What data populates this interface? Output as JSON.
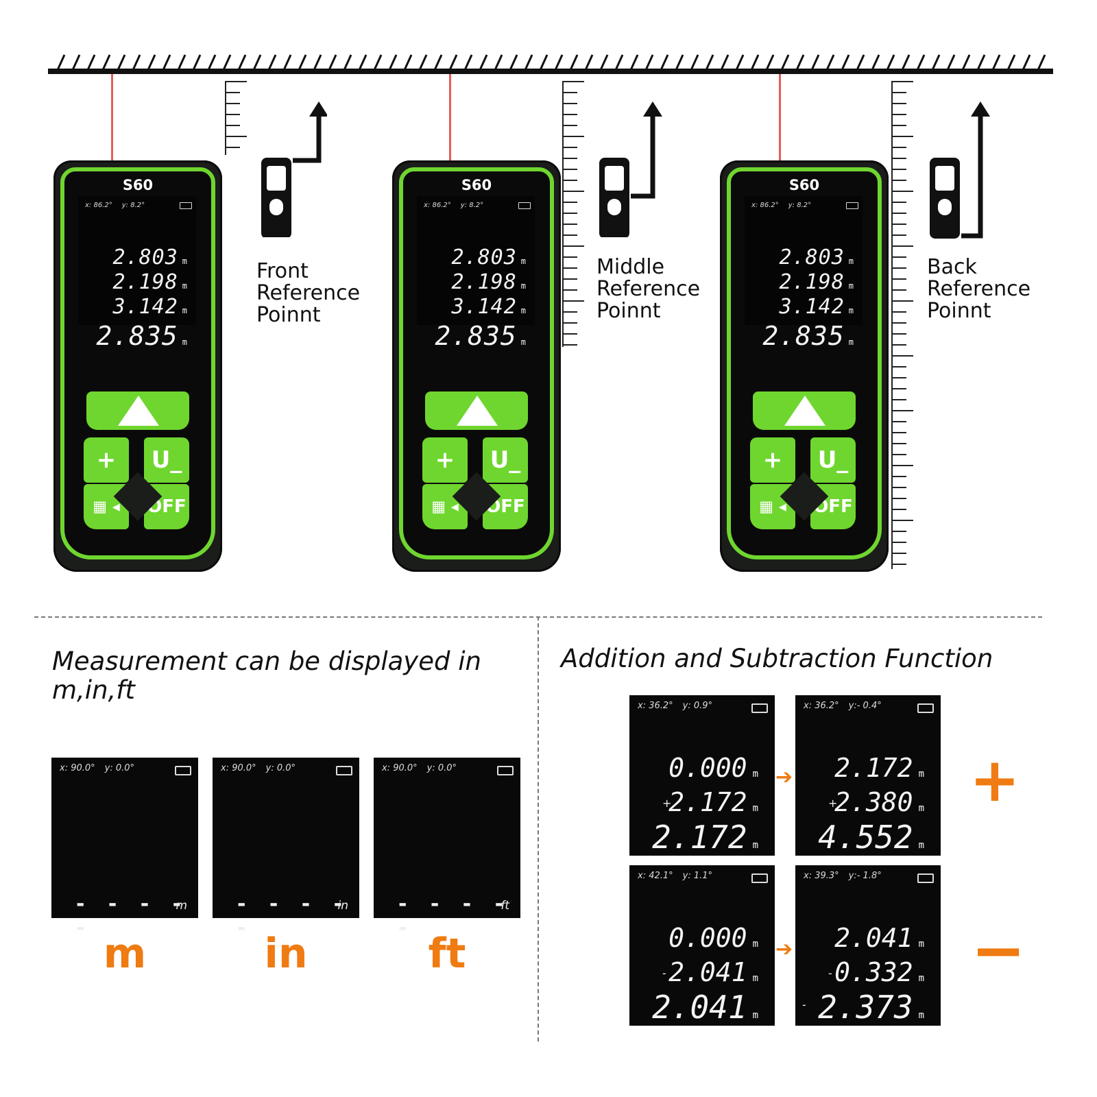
{
  "devices": [
    {
      "model": "S60",
      "hud_x": "x: 86.2°",
      "hud_y": "y: 8.2°",
      "readings": [
        {
          "v": "2.803",
          "u": "m"
        },
        {
          "v": "2.198",
          "u": "m"
        },
        {
          "v": "3.142",
          "u": "m"
        },
        {
          "v": "2.835",
          "u": "m"
        }
      ],
      "buttons": {
        "plus": "+",
        "unit": "U_",
        "off": "OFF"
      },
      "label": "Front\nReference\nPoinnt"
    },
    {
      "model": "S60",
      "hud_x": "x: 86.2°",
      "hud_y": "y: 8.2°",
      "readings": [
        {
          "v": "2.803",
          "u": "m"
        },
        {
          "v": "2.198",
          "u": "m"
        },
        {
          "v": "3.142",
          "u": "m"
        },
        {
          "v": "2.835",
          "u": "m"
        }
      ],
      "buttons": {
        "plus": "+",
        "unit": "U_",
        "off": "OFF"
      },
      "label": "Middle\nReference\nPoinnt"
    },
    {
      "model": "S60",
      "hud_x": "x: 86.2°",
      "hud_y": "y: 8.2°",
      "readings": [
        {
          "v": "2.803",
          "u": "m"
        },
        {
          "v": "2.198",
          "u": "m"
        },
        {
          "v": "3.142",
          "u": "m"
        },
        {
          "v": "2.835",
          "u": "m"
        }
      ],
      "buttons": {
        "plus": "+",
        "unit": "U_",
        "off": "OFF"
      },
      "label": "Back\nReference\nPoinnt"
    }
  ],
  "units_section": {
    "title": "Measurement can be displayed in m,in,ft",
    "panels": [
      {
        "hud_x": "x: 90.0°",
        "hud_y": "y: 0.0°",
        "dashes": "- - - - -",
        "unit": "m",
        "big": "m"
      },
      {
        "hud_x": "x: 90.0°",
        "hud_y": "y: 0.0°",
        "dashes": "- - - - -",
        "unit": "in",
        "big": "in"
      },
      {
        "hud_x": "x: 90.0°",
        "hud_y": "y: 0.0°",
        "dashes": "- - - - -",
        "unit": "ft",
        "big": "ft"
      }
    ]
  },
  "calc_section": {
    "title": "Addition and Subtraction Function",
    "add": {
      "operator": "+",
      "before": {
        "hud_x": "x: 36.2°",
        "hud_y": "y: 0.9°",
        "sign": "+",
        "r1": "0.000",
        "r2": "2.172",
        "r3": "2.172",
        "unit": "m"
      },
      "after": {
        "hud_x": "x: 36.2°",
        "hud_y": "y:- 0.4°",
        "sign": "+",
        "r1": "2.172",
        "r2": "2.380",
        "r3": "4.552",
        "unit": "m"
      }
    },
    "sub": {
      "operator": "−",
      "before": {
        "hud_x": "x: 42.1°",
        "hud_y": "y: 1.1°",
        "sign": "-",
        "r1": "0.000",
        "r2": "2.041",
        "r3": "2.041",
        "unit": "m"
      },
      "after": {
        "hud_x": "x: 39.3°",
        "hud_y": "y:- 1.8°",
        "sign": "-",
        "r1": "2.041",
        "r2": "0.332",
        "r3": "2.373",
        "unit": "m",
        "sign3": "-"
      }
    },
    "arrow": "➔"
  },
  "colors": {
    "accent": "#6fd62f",
    "orange": "#ef7b12",
    "laser": "#e85b5b"
  }
}
